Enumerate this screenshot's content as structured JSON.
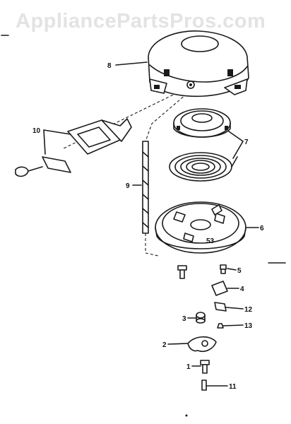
{
  "watermark": "AppliancePartsPros.com",
  "callouts": {
    "c1": "1",
    "c2": "2",
    "c3": "3",
    "c4": "4",
    "c5": "5",
    "c6": "6",
    "c7": "7",
    "c8": "8",
    "c9": "9",
    "c10": "10",
    "c11": "11",
    "c12": "12",
    "c13": "13"
  },
  "part_markings": {
    "pulley_code": "53"
  }
}
